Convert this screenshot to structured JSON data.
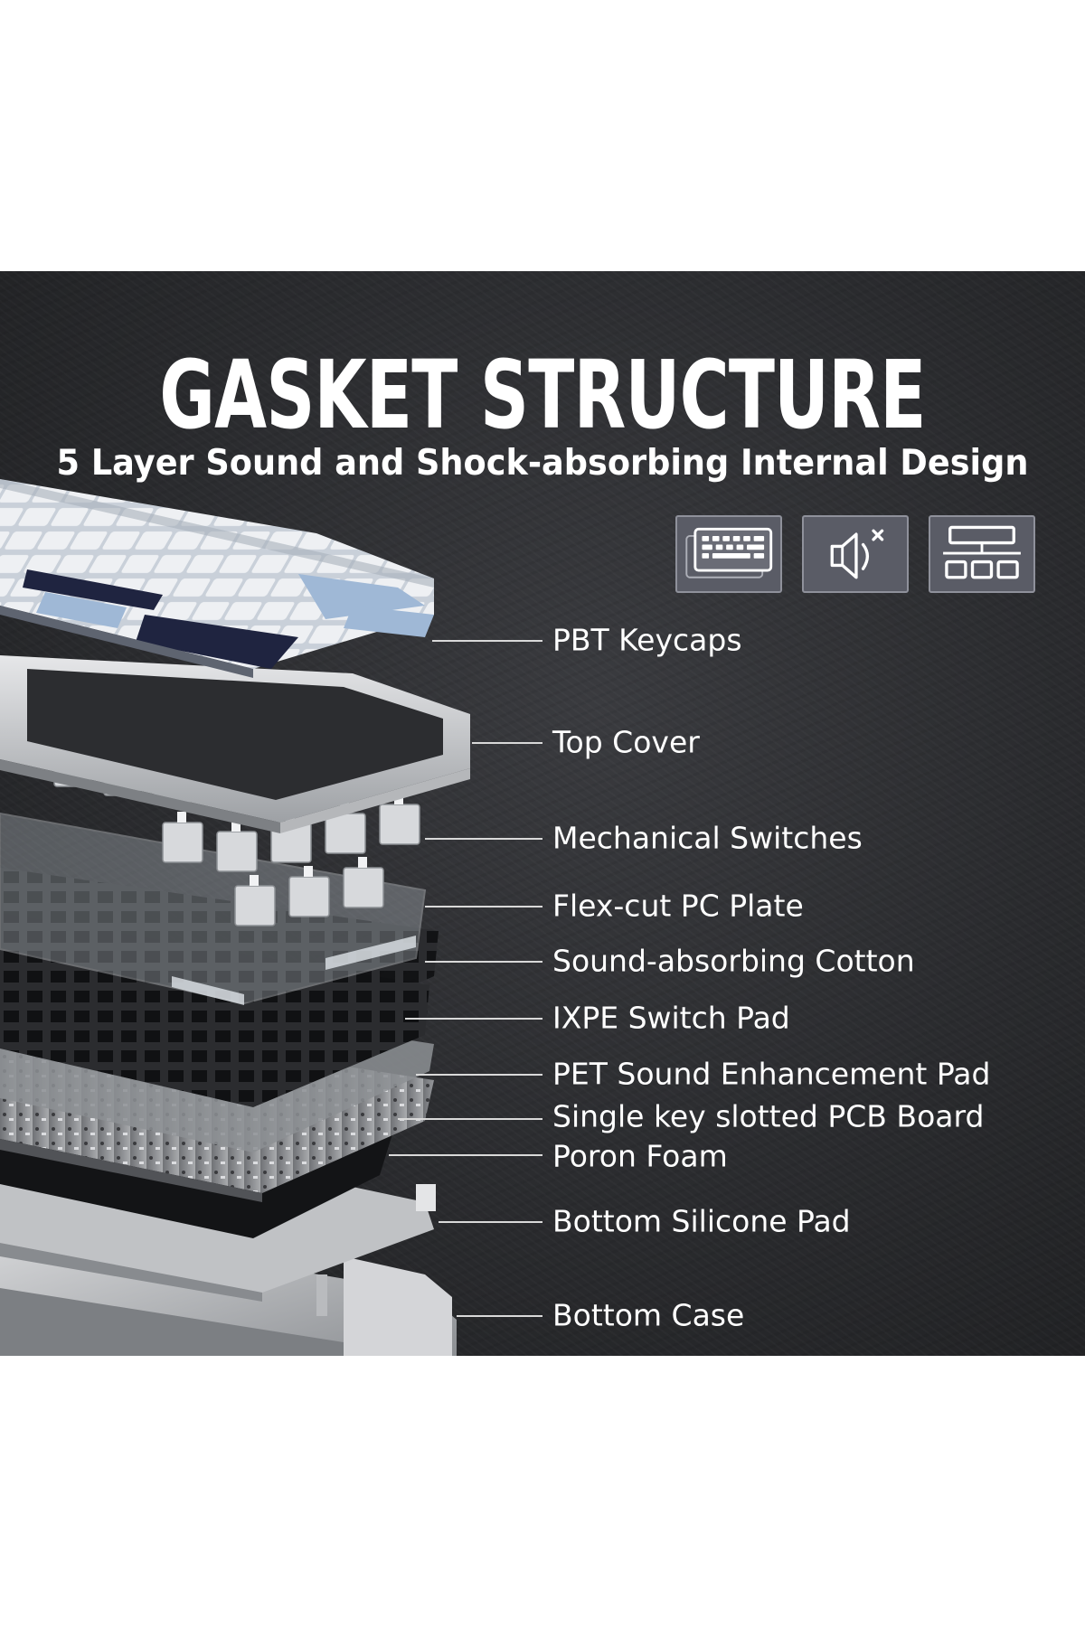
{
  "header": {
    "title": "GASKET STRUCTURE",
    "subtitle": "5 Layer Sound and Shock-absorbing Internal Design"
  },
  "feature_icons": [
    {
      "icon": "keyboard-icon"
    },
    {
      "icon": "speaker-mute-icon"
    },
    {
      "icon": "layer-structure-icon"
    }
  ],
  "layers": [
    {
      "label": "PBT Keycaps"
    },
    {
      "label": "Top Cover"
    },
    {
      "label": "Mechanical Switches"
    },
    {
      "label": "Flex-cut PC Plate"
    },
    {
      "label": "Sound-absorbing Cotton"
    },
    {
      "label": "IXPE Switch Pad"
    },
    {
      "label": "PET Sound Enhancement Pad"
    },
    {
      "label": "Single key slotted PCB Board"
    },
    {
      "label": "Poron Foam"
    },
    {
      "label": "Bottom Silicone Pad"
    },
    {
      "label": "Bottom Case"
    }
  ],
  "colors": {
    "panel": "#2a2b2e",
    "text": "#ffffff",
    "keycap_blue": "#9fb8d6",
    "keycap_navy": "#1f2440",
    "keycap_white": "#e9ecf0",
    "case_silver": "#c8cacd"
  }
}
